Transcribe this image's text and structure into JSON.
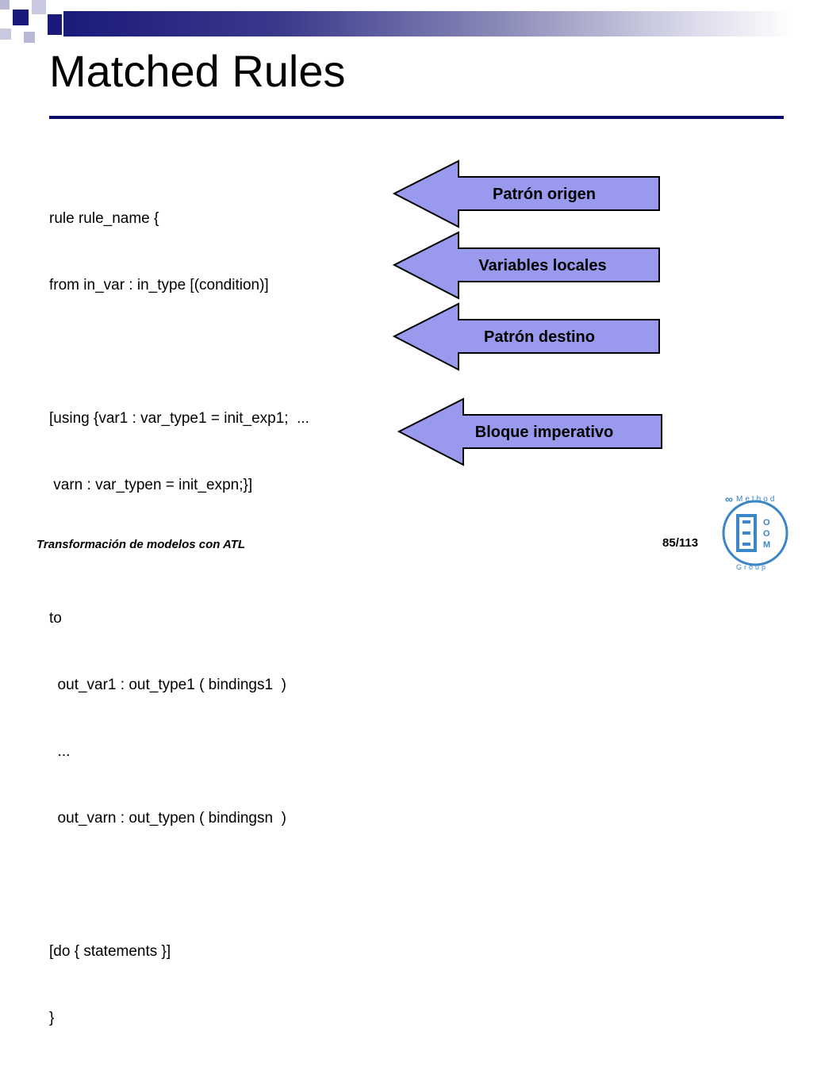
{
  "slide": {
    "title": "Matched Rules",
    "code_lines": [
      "rule rule_name {",
      "from in_var : in_type [(condition)]",
      "",
      "[using {var1 : var_type1 = init_exp1;  ...",
      " varn : var_typen = init_expn;}]",
      "",
      "to",
      "  out_var1 : out_type1 ( bindings1  )",
      "  ...",
      "  out_varn : out_typen ( bindingsn  )",
      "",
      "[do { statements }]",
      "}"
    ],
    "arrows": [
      {
        "label": "Patrón origen"
      },
      {
        "label": "Variables locales"
      },
      {
        "label": "Patrón destino"
      },
      {
        "label": "Bloque imperativo"
      }
    ],
    "arrow_color": "#9999ee",
    "footer": {
      "course": "Transformación de modelos con ATL",
      "page_current": "85",
      "page_total": "/113"
    },
    "logo": {
      "text_top": "Method",
      "text_bottom": "Group",
      "letters": [
        "O",
        "O",
        "M"
      ]
    },
    "colors": {
      "title_rule": "#0b0b6b",
      "band_start": "#1a1a7a",
      "logo": "#3a86c8"
    }
  }
}
